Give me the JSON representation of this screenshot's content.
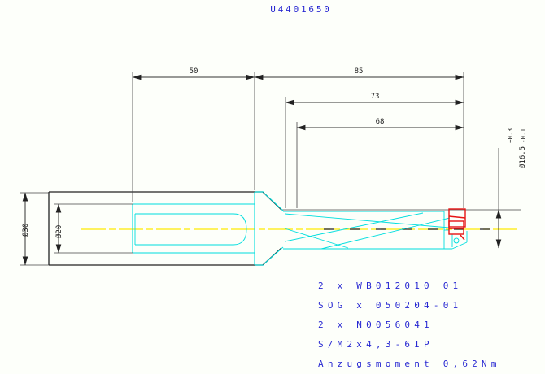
{
  "title": "U4401650",
  "dimensions": {
    "shank_length": "50",
    "flute_overall": "85",
    "length_73": "73",
    "length_68": "68",
    "tip_diameter": "Ø16.5",
    "tip_tol_upper": "+0.3",
    "tip_tol_lower": "-0.1",
    "holder_diameter": "Ø30",
    "shank_diameter": "Ø20"
  },
  "notes": [
    "2 x WB012010 01",
    "SOG x 050204-01",
    "2 x N0056041",
    "S/M2x4,3-6IP",
    "Anzugsmoment 0,62Nm"
  ],
  "colors": {
    "tool_contour": "#00dede",
    "centerline": "#ffe900",
    "insert": "#e61414",
    "annotation_text": "#2828d2",
    "dimension_lines": "#333333",
    "background": "#fdfffa"
  }
}
